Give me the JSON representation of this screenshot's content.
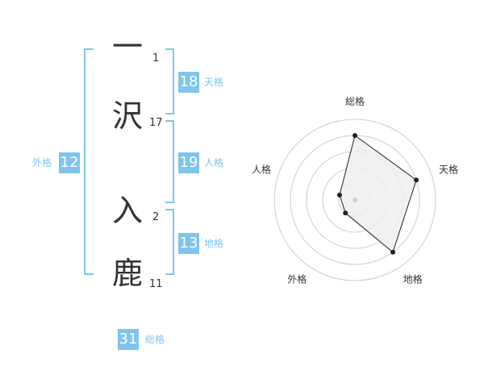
{
  "name_chars": [
    {
      "char": "一",
      "strokes": "1"
    },
    {
      "char": "沢",
      "strokes": "17"
    },
    {
      "char": "入",
      "strokes": "2"
    },
    {
      "char": "鹿",
      "strokes": "11"
    }
  ],
  "fortunes": {
    "tenkaku": {
      "value": "18",
      "label": "天格"
    },
    "jinkaku": {
      "value": "19",
      "label": "人格"
    },
    "chikaku": {
      "value": "13",
      "label": "地格"
    },
    "gaikaku": {
      "value": "12",
      "label": "外格"
    },
    "soukaku": {
      "value": "31",
      "label": "総格"
    }
  },
  "chart_data": {
    "type": "radar",
    "axes": [
      "総格",
      "天格",
      "地格",
      "外格",
      "人格"
    ],
    "values": [
      4,
      4,
      4,
      1,
      1
    ],
    "max": 5,
    "rings": 5,
    "colors": {
      "fill": "#eeeeee",
      "line": "#222222",
      "grid": "#cccccc",
      "center": "#cccccc"
    }
  }
}
